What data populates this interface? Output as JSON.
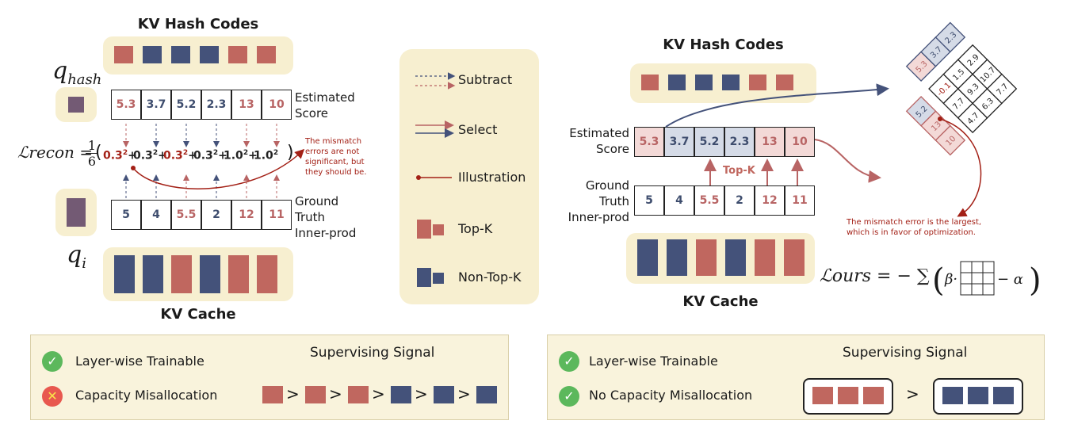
{
  "colors": {
    "topk": "#c0675f",
    "nontopk": "#44527a",
    "panel": "#f7efd0",
    "annot": "#a32016"
  },
  "left": {
    "hash_title": "KV Hash Codes",
    "hash_codes": [
      "top",
      "non",
      "non",
      "non",
      "top",
      "top"
    ],
    "q_hash_label": "q",
    "q_hash_sub": "hash",
    "q_i_label": "q",
    "q_i_sub": "i",
    "estimated_label": "Estimated Score",
    "estimated_label_1": "Estimated",
    "estimated_label_2": "Score",
    "estimated": [
      "5.3",
      "3.7",
      "5.2",
      "2.3",
      "13",
      "10"
    ],
    "estimated_class": [
      "top",
      "non",
      "non",
      "non",
      "top",
      "top"
    ],
    "ground_label_1": "Ground",
    "ground_label_2": "Truth",
    "ground_label_3": "Inner-prod",
    "ground": [
      "5",
      "4",
      "5.5",
      "2",
      "12",
      "11"
    ],
    "ground_class": [
      "non",
      "non",
      "top",
      "non",
      "top",
      "top"
    ],
    "loss_lhs": "ℒrecon = ",
    "loss_frac_num": "1",
    "loss_frac_den": "6",
    "loss_terms": [
      "0.3",
      "0.3",
      "0.3",
      "0.3",
      "1.0",
      "1.0"
    ],
    "annotation_1": "The mismatch",
    "annotation_2": "errors are not",
    "annotation_3": "significant, but",
    "annotation_4": "they should be.",
    "cache_title": "KV Cache",
    "cache": [
      "non",
      "non",
      "top",
      "non",
      "top",
      "top"
    ]
  },
  "legend": {
    "subtract": "Subtract",
    "select": "Select",
    "illustration": "Illustration",
    "topk": "Top-K",
    "nontopk": "Non-Top-K"
  },
  "right": {
    "hash_title": "KV Hash Codes",
    "hash_codes": [
      "top",
      "non",
      "non",
      "non",
      "top",
      "top"
    ],
    "estimated_label_1": "Estimated",
    "estimated_label_2": "Score",
    "estimated": [
      "5.3",
      "3.7",
      "5.2",
      "2.3",
      "13",
      "10"
    ],
    "estimated_class": [
      "top",
      "non",
      "non",
      "non",
      "top",
      "top"
    ],
    "topk_label": "Top-K",
    "ground_label_1": "Ground",
    "ground_label_2": "Truth",
    "ground_label_3": "Inner-prod",
    "ground": [
      "5",
      "4",
      "5.5",
      "2",
      "12",
      "11"
    ],
    "ground_class": [
      "non",
      "non",
      "top",
      "non",
      "top",
      "top"
    ],
    "cache_title": "KV Cache",
    "cache": [
      "non",
      "non",
      "top",
      "non",
      "top",
      "top"
    ],
    "diag_top": [
      "5.3",
      "3.7",
      "2.3"
    ],
    "diag_left": [
      "5.2",
      "13",
      "10"
    ],
    "grid": [
      [
        "-0.1",
        "1.5",
        "2.9"
      ],
      [
        "7.7",
        "9.3",
        "10.7"
      ],
      [
        "4.7",
        "6.3",
        "7.7"
      ]
    ],
    "annotation_1": "The mismatch error is the largest,",
    "annotation_2": "which is in favor of optimization.",
    "loss_lhs": "ℒours = − ∑",
    "loss_beta": "β·",
    "loss_alpha": "− α"
  },
  "bottom_left": {
    "item1": "Layer-wise Trainable",
    "item2": "Capacity Misallocation",
    "signal_title": "Supervising Signal",
    "signal": [
      "top",
      "top",
      "top",
      "non",
      "non",
      "non"
    ],
    "gt": ">"
  },
  "bottom_right": {
    "item1": "Layer-wise Trainable",
    "item2": "No Capacity Misallocation",
    "signal_title": "Supervising Signal",
    "gt": ">"
  }
}
